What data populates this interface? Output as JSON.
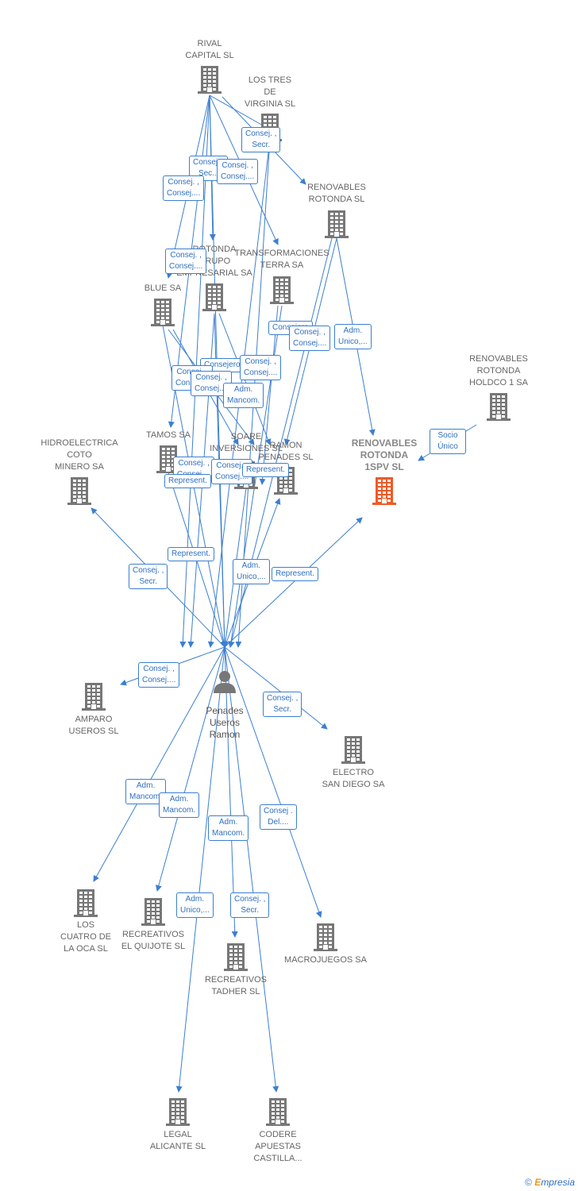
{
  "colors": {
    "edge": "#3c7fd0",
    "building": "#777777",
    "main_building": "#f05a28",
    "badge_text": "#2f6fbf"
  },
  "person": {
    "name": "Penades\nUseros\nRamon",
    "icon": "person-icon"
  },
  "companies": [
    {
      "id": "rival",
      "label": "RIVAL\nCAPITAL SL"
    },
    {
      "id": "lostres",
      "label": "LOS TRES\nDE\nVIRGINIA SL"
    },
    {
      "id": "renrot",
      "label": "RENOVABLES\nROTONDA  SL"
    },
    {
      "id": "rotgrupo",
      "label": "ROTONDA\nGRUPO\nEMPRESARIAL SA"
    },
    {
      "id": "transf",
      "label": "TRANSFORMACIONES\nTERRA SA"
    },
    {
      "id": "blue",
      "label": "BLUE SA"
    },
    {
      "id": "holdco",
      "label": "RENOVABLES\nROTONDA\nHOLDCO 1 SA"
    },
    {
      "id": "hidro",
      "label": "HIDROELECTRICA\nCOTO\nMINERO SA"
    },
    {
      "id": "tamos",
      "label": "TAMOS SA"
    },
    {
      "id": "soare",
      "label": "SOARE\nINVERSIONES SL"
    },
    {
      "id": "ramon",
      "label": "RAMON\nPENADES SL"
    },
    {
      "id": "main",
      "label": "RENOVABLES\nROTONDA\n1SPV  SL"
    },
    {
      "id": "amparo",
      "label": "AMPARO\nUSEROS  SL"
    },
    {
      "id": "electro",
      "label": "ELECTRO\nSAN DIEGO SA"
    },
    {
      "id": "loscuatro",
      "label": "LOS\nCUATRO DE\nLA OCA SL"
    },
    {
      "id": "quijote",
      "label": "RECREATIVOS\nEL QUIJOTE SL"
    },
    {
      "id": "tadher",
      "label": "RECREATIVOS\nTADHER SL"
    },
    {
      "id": "macro",
      "label": "MACROJUEGOS SA"
    },
    {
      "id": "legal",
      "label": "LEGAL\nALICANTE  SL"
    },
    {
      "id": "codere",
      "label": "CODERE\nAPUESTAS\nCASTILLA..."
    }
  ],
  "roles": [
    "Consej. ,\nSecr.",
    "Consej. ,\nSec...",
    "Consej. ,\nConsej....",
    "Consej. ,\nConsej....",
    "Consej. ,\nConsej....",
    "Consejero",
    "Consej. ,\nConsej....",
    "Adm.\nUnico,...",
    "Socio\nÚnico",
    "Consejero",
    "Consej. ,\nConsej....",
    "Consej. ,\nConsej....",
    "Consej. ,\nConsej....",
    "Adm.\nMancom.",
    "Consej. ,\nConsej....",
    "Consej. ,\nConsej....",
    "Represent.",
    "Represent.",
    "Represent.",
    "Consej. ,\nSecr.",
    "Adm.\nUnico,...",
    "Represent.",
    "Consej. ,\nConsej....",
    "Consej. ,\nSecr.",
    "Adm.\nMancom.",
    "Adm.\nMancom.",
    "Adm.\nMancom.",
    "Consej .\nDel....",
    "Adm.\nUnico,...",
    "Consej. ,\nSecr."
  ],
  "footer": {
    "copyright": "©",
    "brand_e": "E",
    "brand_rest": "mpresia"
  }
}
